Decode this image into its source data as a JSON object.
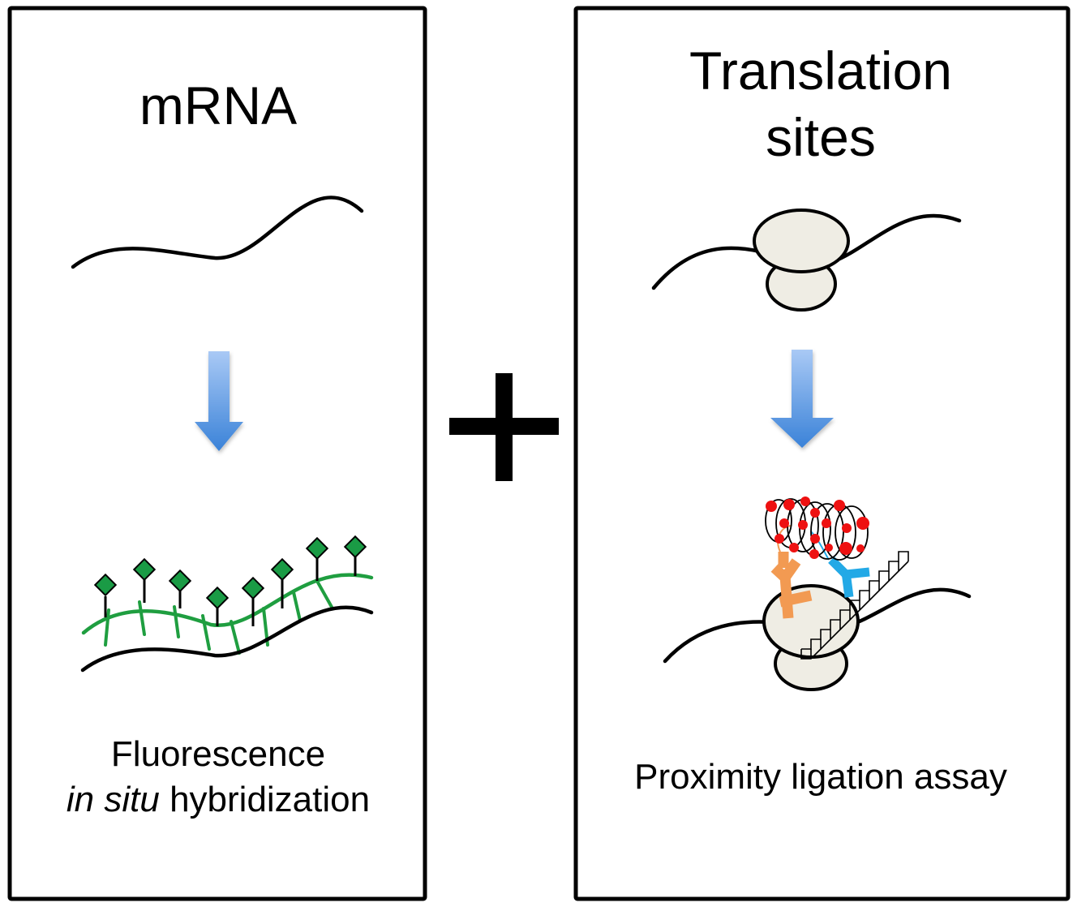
{
  "left_panel": {
    "title": "mRNA",
    "caption_italic": "in situ",
    "caption_line1": "Fluorescence",
    "caption_line2_rest": " hybridization"
  },
  "right_panel": {
    "title_line1": "Translation",
    "title_line2": "sites",
    "caption": "Proximity ligation assay"
  },
  "connector": {
    "symbol": "plus"
  },
  "colors": {
    "frame": "#000000",
    "mrna": "#000000",
    "probe": "#1f9e40",
    "probe_marker": "#1a9b45",
    "arrow_top": "#a9c9f5",
    "arrow_bottom": "#3a82d8",
    "ribosome": "#efede4",
    "antibody_orange": "#f29a52",
    "antibody_blue": "#23a9e6",
    "rca_dot": "#ee1111"
  }
}
